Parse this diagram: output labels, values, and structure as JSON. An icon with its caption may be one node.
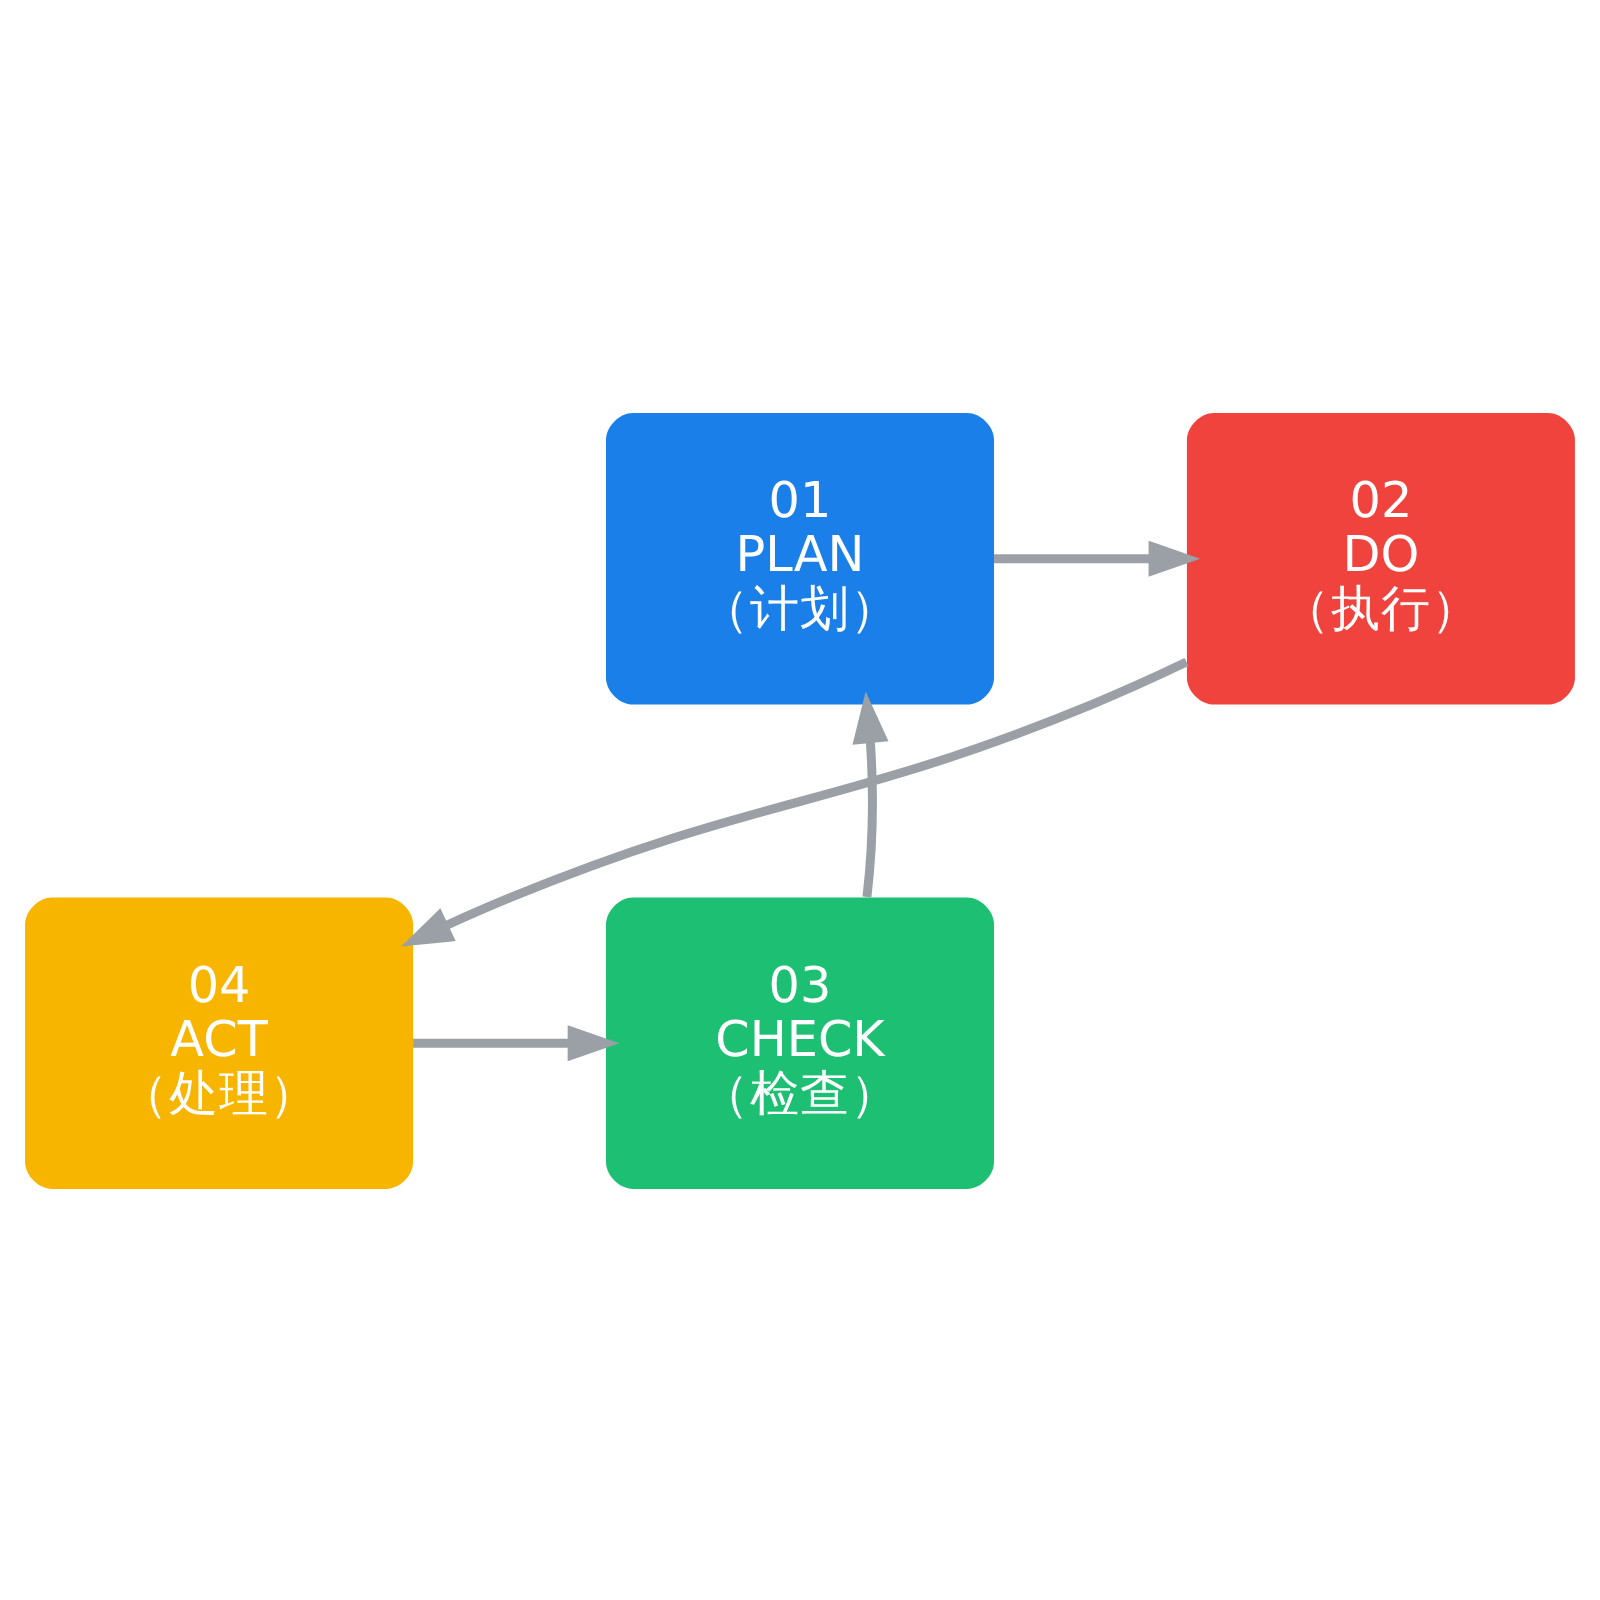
{
  "diagram": {
    "nodes": [
      {
        "text": [
          "01",
          "PLAN",
          "（计划）"
        ]
      },
      {
        "text": [
          "02",
          "DO",
          "（执行）"
        ]
      },
      {
        "text": [
          "04",
          "ACT",
          "（处理）"
        ]
      },
      {
        "text": [
          "03",
          "CHECK",
          "（检查）"
        ]
      }
    ],
    "edges": [
      {
        "from": 0,
        "to": 1,
        "arrow": "to"
      },
      {
        "from": 1,
        "to": 2,
        "arrow": "to"
      },
      {
        "from": 2,
        "to": 3,
        "arrow": "to"
      },
      {
        "from": 3,
        "to": 0,
        "arrow": "to"
      }
    ]
  }
}
